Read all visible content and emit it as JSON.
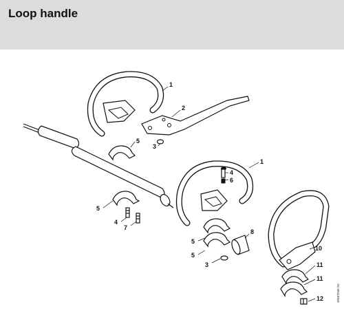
{
  "header": {
    "title": "Loop handle"
  },
  "diagram": {
    "callouts": {
      "loop_handle_top": "1",
      "barrier_bar": "2",
      "washer_top": "3",
      "clamp_top": "5",
      "clamp_left": "5",
      "screw_left": "4",
      "screw_left_b": "7",
      "loop_handle_mid": "1",
      "screw_mid": "4",
      "spacer_mid": "6",
      "clamp_mid_a": "5",
      "clamp_mid_b": "5",
      "washer_mid": "3",
      "sleeve": "8",
      "loop_handle_right": "10",
      "clamp_right_a": "11",
      "clamp_right_b": "11",
      "screw_right": "12"
    },
    "drawing_code": "355ET046 SC"
  }
}
